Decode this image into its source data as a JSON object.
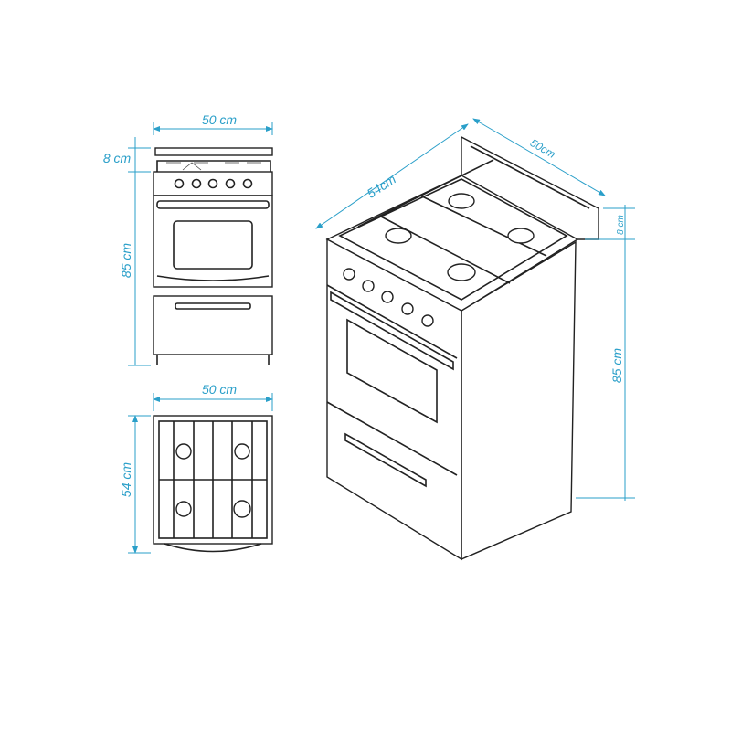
{
  "front_view": {
    "width_label": "50 cm",
    "backsplash_label": "8 cm",
    "height_label": "85 cm",
    "knob_count": 5
  },
  "top_view": {
    "width_label": "50 cm",
    "depth_label": "54 cm",
    "burner_count": 4
  },
  "iso_view": {
    "depth_label": "54cm",
    "width_label": "50cm",
    "backsplash_label": "8 cm",
    "height_label": "85 cm"
  },
  "colors": {
    "dimension": "#2a9fc9",
    "line": "#222222"
  }
}
